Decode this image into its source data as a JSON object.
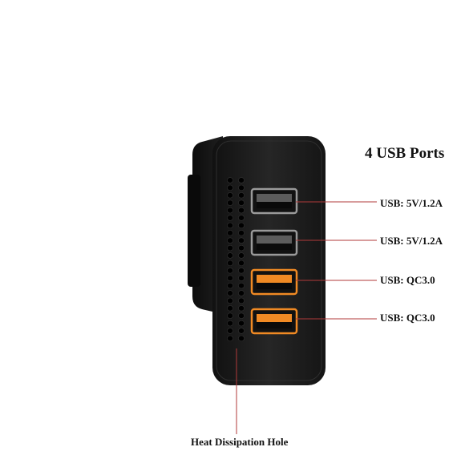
{
  "heading": "4 USB Ports",
  "ports": [
    {
      "label": "USB: 5V/1.2A",
      "kind": "standard",
      "color": "#9a9a9a"
    },
    {
      "label": "USB: 5V/1.2A",
      "kind": "standard",
      "color": "#9a9a9a"
    },
    {
      "label": "USB: QC3.0",
      "kind": "quick-charge",
      "color": "#f08a24"
    },
    {
      "label": "USB: QC3.0",
      "kind": "quick-charge",
      "color": "#f08a24"
    }
  ],
  "heat_label": "Heat Dissipation Hole",
  "colors": {
    "body": "#1b1b1b",
    "leader_line": "#b03a3a",
    "usb_standard": "#9a9a9a",
    "usb_qc": "#f08a24"
  }
}
